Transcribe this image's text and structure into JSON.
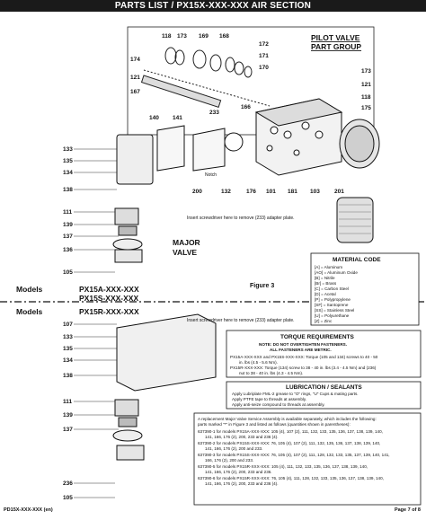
{
  "header": {
    "title": "PARTS LIST / PX15X-XXX-XXX AIR SECTION"
  },
  "pilot_valve": {
    "title_line1": "PILOT VALVE",
    "title_line2": "PART GROUP"
  },
  "major_valve": {
    "title_line1": "MAJOR",
    "title_line2": "VALVE"
  },
  "figure_label": "Figure 3",
  "notch_label": "Notch",
  "insert_note_1": "Insert screwdriver here to remove (233) adapter plate.",
  "insert_note_2": "Insert screwdriver here to remove (233) adapter plate.",
  "models_a": {
    "label": "Models",
    "line1": "PX15A-XXX-XXX",
    "line2": "PX15S-XXX-XXX"
  },
  "models_r": {
    "label": "Models",
    "line1": "PX15R-XXX-XXX"
  },
  "callouts": {
    "c118a": "118",
    "c173a": "173",
    "c169": "169",
    "c168": "168",
    "c172": "172",
    "c171": "171",
    "c170": "170",
    "c174": "174",
    "c121a": "121",
    "c167": "167",
    "c173b": "173",
    "c121b": "121",
    "c118b": "118",
    "c175": "175",
    "c140": "140",
    "c141": "141",
    "c233": "233",
    "c166": "166",
    "c133a": "133",
    "c135a": "135",
    "c134a": "134",
    "c138a": "138",
    "c200": "200",
    "c132": "132",
    "c176": "176",
    "c101": "101",
    "c181": "181",
    "c103": "103",
    "c201": "201",
    "c111a": "111",
    "c139a": "139",
    "c137a": "137",
    "c136a": "136",
    "c105a": "105",
    "c107": "107",
    "c133b": "133",
    "c135b": "135",
    "c134b": "134",
    "c138b": "138",
    "c111b": "111",
    "c139b": "139",
    "c137b": "137",
    "c236": "236",
    "c105b": "105"
  },
  "material_code": {
    "title": "MATERIAL CODE",
    "items": [
      "[A] = Aluminum",
      "[AO] = Aluminum Oxide",
      "[B] = Nitrile",
      "[Br] = Brass",
      "[C] = Carbon Steel",
      "[D] = Acetal",
      "[P] = Polypropylene",
      "[SF] = Santoprene",
      "[SS] = Stainless Steel",
      "[U] = Polyurethane",
      "[Z] = Zinc"
    ]
  },
  "torque": {
    "title": "TORQUE REQUIREMENTS",
    "note1": "NOTE: DO NOT OVERTIGHTEN FASTENERS.",
    "note2": "ALL FASTENERS ARE METRIC.",
    "line1": "PX15A-XXX-XXX and PX15S-XXX-XXX: Torque (105 and 134) screws to 40 - 50",
    "line2": "in. lbs (4.5 - 5.6 Nm).",
    "line3": "PX15R-XXX-XXX: Torque (134) screw to 38 - 40 in. lbs (3.4 - 4.5 Nm) and (236)",
    "line4": "nut to 38 - 40 in. lbs (4.3 - 4.5 Nm)."
  },
  "lubrication": {
    "title": "LUBRICATION / SEALANTS",
    "item1": "Apply Lubriplate FML-2 grease to \"O\" rings, \"U\" Cups & mating parts.",
    "item2": "Apply PTFE tape to threads at assembly.",
    "item3": "Apply anti-seize compound to threads at assembly."
  },
  "service_kit": {
    "intro1": "A replacement Major Valve Service Assembly is available separately, which includes the following:",
    "intro2": "parts marked \"*\" in Figure 3 and listed as follows (quantities shown in parentheses):",
    "l1": "637390-1 for models PX15A-XXX-XXX: 105 (4), 107 (2), 111, 132, 133, 135, 136, 137, 138, 139, 140,",
    "l2": "141, 166, 176 (2), 200, 233 and 236 (4).",
    "l3": "637390-2 for models PX15S-XXX-XXX: 76, 105 (4), 107 (2), 111, 132, 135, 136, 137, 138, 139, 140,",
    "l4": "141, 166, 176 (2), 200 and 233.",
    "l5": "637390-3 for models PX15S-XXX-XXX: 76, 105 (4), 107 (2), 111, 128, 132, 133, 135, 137, 139, 140, 141,",
    "l6": "166, 176 (2), 200 and 233.",
    "l7": "637390-5 for models PX15R-XXX-XXX: 105 (4), 111, 132, 133, 135, 136, 137, 138, 139, 140,",
    "l8": "141, 166, 176 (2), 200, 233 and 236.",
    "l9": "637390-6 for models PX15R-XXX-XXX: 76, 105 (4), 111, 128, 132, 133, 135, 136, 137, 138, 139, 140,",
    "l10": "141, 166, 176 (2), 200, 233 and 236 (4)."
  },
  "footer": {
    "left": "PD15X-XXX-XXX (en)",
    "right": "Page 7 of 8"
  }
}
